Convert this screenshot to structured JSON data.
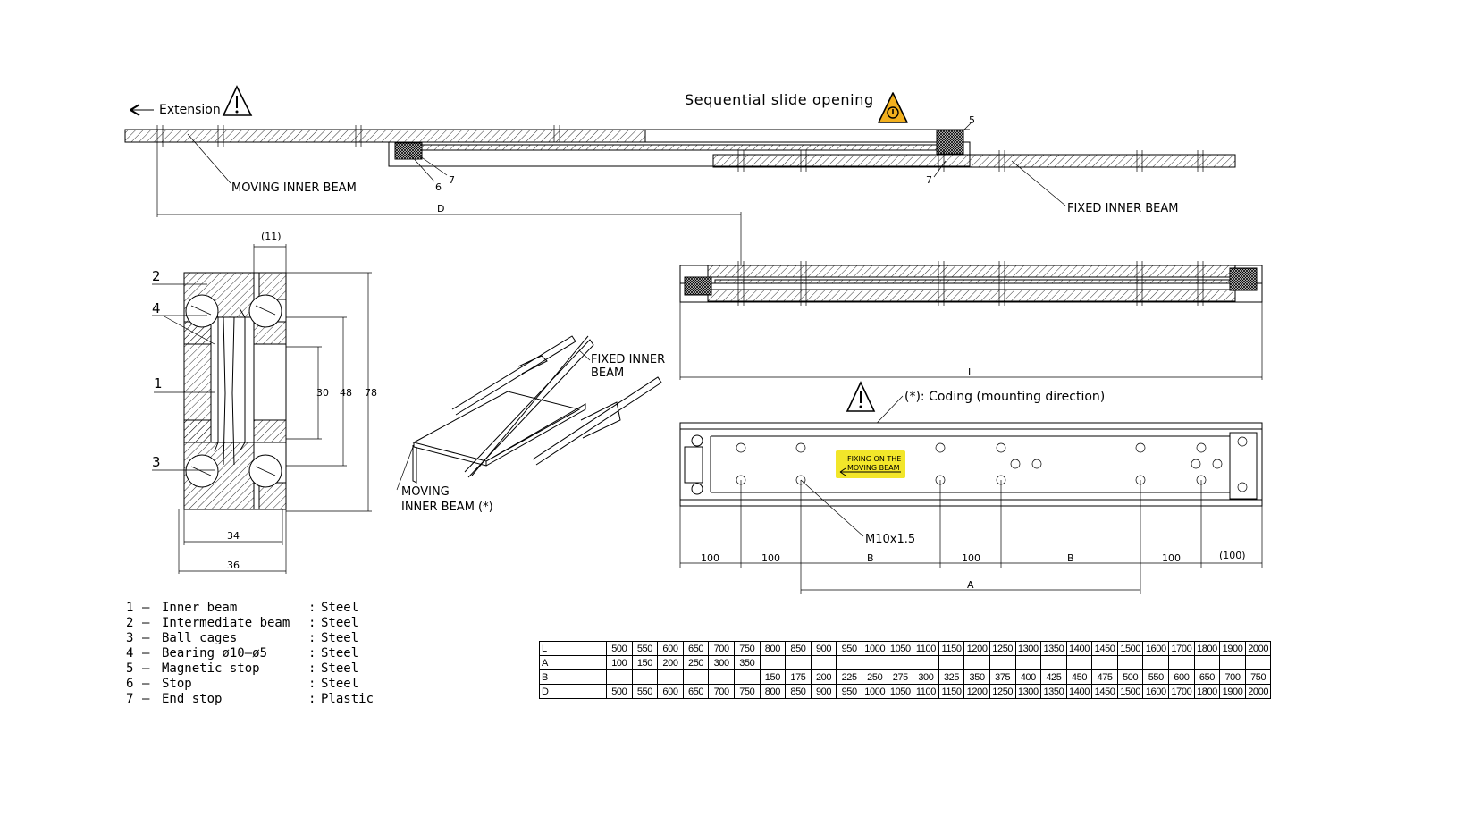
{
  "labels": {
    "extension": "Extension",
    "sequential": "Sequential slide opening",
    "moving_inner_beam_top": "MOVING INNER BEAM",
    "fixed_inner_beam_top": "FIXED INNER BEAM",
    "dim_D": "D",
    "dim_L": "L",
    "dim_A": "A",
    "dim_11": "(11)",
    "dim_30": "30",
    "dim_48": "48",
    "dim_78": "78",
    "dim_34": "34",
    "dim_36": "36",
    "cs_1": "1",
    "cs_2": "2",
    "cs_3": "3",
    "cs_4": "4",
    "call_5": "5",
    "call_6": "6",
    "call_7a": "7",
    "call_7b": "7",
    "iso_fixed_1": "FIXED INNER",
    "iso_fixed_2": "BEAM",
    "iso_moving_1": "MOVING",
    "iso_moving_2": "INNER BEAM (*)",
    "coding": "(*): Coding (mounting direction)",
    "sticker_1": "FIXING ON THE",
    "sticker_2": "MOVING BEAM",
    "thread": "M10x1.5",
    "dims_bottom": [
      "100",
      "100",
      "B",
      "100",
      "B",
      "100",
      "(100)"
    ]
  },
  "legend": [
    {
      "num": "1",
      "name": "Inner beam",
      "material": "Steel"
    },
    {
      "num": "2",
      "name": "Intermediate beam",
      "material": "Steel"
    },
    {
      "num": "3",
      "name": "Ball cages",
      "material": "Steel"
    },
    {
      "num": "4",
      "name": "Bearing ø10–ø5",
      "material": "Steel"
    },
    {
      "num": "5",
      "name": "Magnetic stop",
      "material": "Steel"
    },
    {
      "num": "6",
      "name": "Stop",
      "material": "Steel"
    },
    {
      "num": "7",
      "name": "End stop",
      "material": "Plastic"
    }
  ],
  "table": {
    "rows": [
      {
        "label": "L",
        "values": [
          "500",
          "550",
          "600",
          "650",
          "700",
          "750",
          "800",
          "850",
          "900",
          "950",
          "1000",
          "1050",
          "1100",
          "1150",
          "1200",
          "1250",
          "1300",
          "1350",
          "1400",
          "1450",
          "1500",
          "1600",
          "1700",
          "1800",
          "1900",
          "2000"
        ]
      },
      {
        "label": "A",
        "values": [
          "100",
          "150",
          "200",
          "250",
          "300",
          "350",
          "",
          "",
          "",
          "",
          "",
          "",
          "",
          "",
          "",
          "",
          "",
          "",
          "",
          "",
          "",
          "",
          "",
          "",
          "",
          ""
        ]
      },
      {
        "label": "B",
        "values": [
          "",
          "",
          "",
          "",
          "",
          "",
          "150",
          "175",
          "200",
          "225",
          "250",
          "275",
          "300",
          "325",
          "350",
          "375",
          "400",
          "425",
          "450",
          "475",
          "500",
          "550",
          "600",
          "650",
          "700",
          "750"
        ]
      },
      {
        "label": "D",
        "values": [
          "500",
          "550",
          "600",
          "650",
          "700",
          "750",
          "800",
          "850",
          "900",
          "950",
          "1000",
          "1050",
          "1100",
          "1150",
          "1200",
          "1250",
          "1300",
          "1350",
          "1400",
          "1450",
          "1500",
          "1600",
          "1700",
          "1800",
          "1900",
          "2000"
        ]
      }
    ]
  },
  "colors": {
    "warning_yellow": "#f2e62a",
    "caution_orange": "#f2b01e",
    "line": "#000000"
  },
  "icons": [
    "warning-triangle-icon",
    "caution-icon",
    "arrow-left-icon"
  ]
}
